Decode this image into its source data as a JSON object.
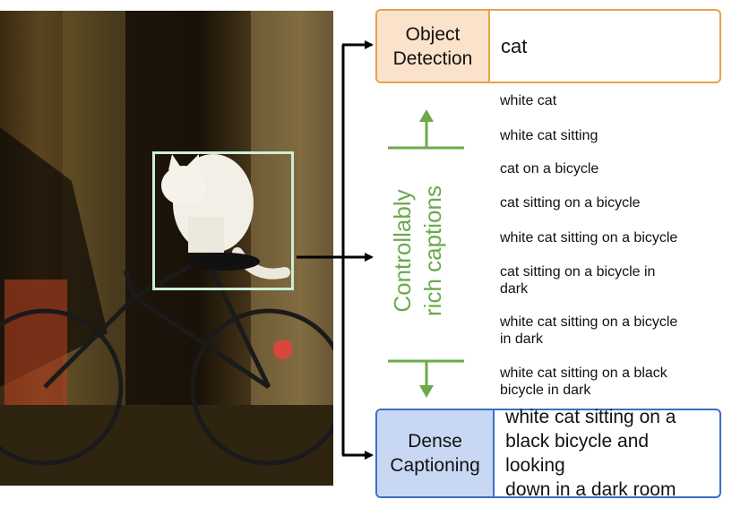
{
  "detection": {
    "label": "Object Detection",
    "label_lines": [
      "Object",
      "Detection"
    ],
    "value": "cat"
  },
  "dense": {
    "label": "Dense Captioning",
    "label_lines": [
      "Dense",
      "Captioning"
    ],
    "value": "white cat sitting on a black bicycle and looking down in a dark room",
    "value_lines": [
      "white cat sitting on a",
      "black bicycle and looking",
      "down in a dark room"
    ]
  },
  "captions": [
    {
      "lines": [
        "white cat"
      ]
    },
    {
      "lines": [
        "white cat sitting"
      ]
    },
    {
      "lines": [
        "cat on a bicycle"
      ]
    },
    {
      "lines": [
        "cat sitting on a bicycle"
      ]
    },
    {
      "lines": [
        "white cat sitting on a bicycle"
      ]
    },
    {
      "lines": [
        "cat sitting on a bicycle in",
        "dark"
      ]
    },
    {
      "lines": [
        "white cat sitting on a bicycle",
        "in dark"
      ]
    },
    {
      "lines": [
        "white cat sitting on a black",
        "bicycle in dark"
      ]
    }
  ],
  "vertical_label": {
    "lines": [
      "Controllably",
      "rich captions"
    ]
  },
  "colors": {
    "detection_border": "#e8a24a",
    "detection_fill": "#fbe2cb",
    "dense_border": "#3b6ec9",
    "dense_fill": "#c8d8f4",
    "accent_green": "#6aaa4a",
    "bbox": "#cdeed6"
  }
}
